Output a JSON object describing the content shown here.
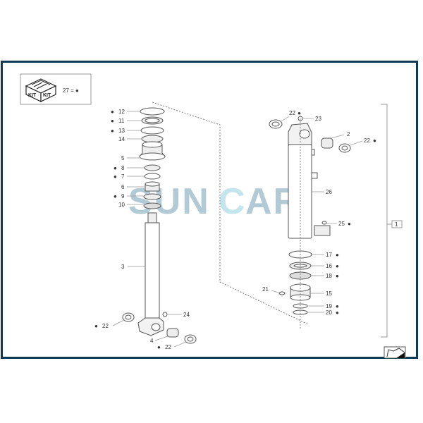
{
  "diagram": {
    "type": "exploded-parts-diagram",
    "subject": "hydraulic cylinder",
    "kit_box": {
      "icon": "kit-box-icon",
      "labels": [
        "KIT",
        "KIT"
      ],
      "legend": "27 = ●"
    },
    "watermark": {
      "text_left": "SUN",
      "text_c": "C",
      "text_right": "AR",
      "color": "#8fb3c3",
      "accent_color": "#a9dbe8"
    },
    "frame_color": "#0f3a55",
    "assembly_ref": "1",
    "left_callouts": [
      {
        "num": "12",
        "kit": true
      },
      {
        "num": "11",
        "kit": true
      },
      {
        "num": "13",
        "kit": true
      },
      {
        "num": "14",
        "kit": false
      },
      {
        "num": "5",
        "kit": false
      },
      {
        "num": "8",
        "kit": true
      },
      {
        "num": "7",
        "kit": true
      },
      {
        "num": "6",
        "kit": false
      },
      {
        "num": "9",
        "kit": true
      },
      {
        "num": "10",
        "kit": false
      },
      {
        "num": "3",
        "kit": false
      },
      {
        "num": "24",
        "kit": false
      },
      {
        "num": "22",
        "kit": true
      },
      {
        "num": "4",
        "kit": false
      },
      {
        "num": "22",
        "kit": true
      }
    ],
    "right_callouts": [
      {
        "num": "22",
        "kit": true
      },
      {
        "num": "23",
        "kit": false
      },
      {
        "num": "2",
        "kit": false
      },
      {
        "num": "22",
        "kit": true
      },
      {
        "num": "26",
        "kit": false
      },
      {
        "num": "25",
        "kit": true
      },
      {
        "num": "17",
        "kit": true
      },
      {
        "num": "16",
        "kit": true
      },
      {
        "num": "18",
        "kit": true
      },
      {
        "num": "21",
        "kit": false
      },
      {
        "num": "15",
        "kit": false
      },
      {
        "num": "19",
        "kit": true
      },
      {
        "num": "20",
        "kit": true
      }
    ],
    "nav_icon": "next-page-arrow-icon"
  }
}
